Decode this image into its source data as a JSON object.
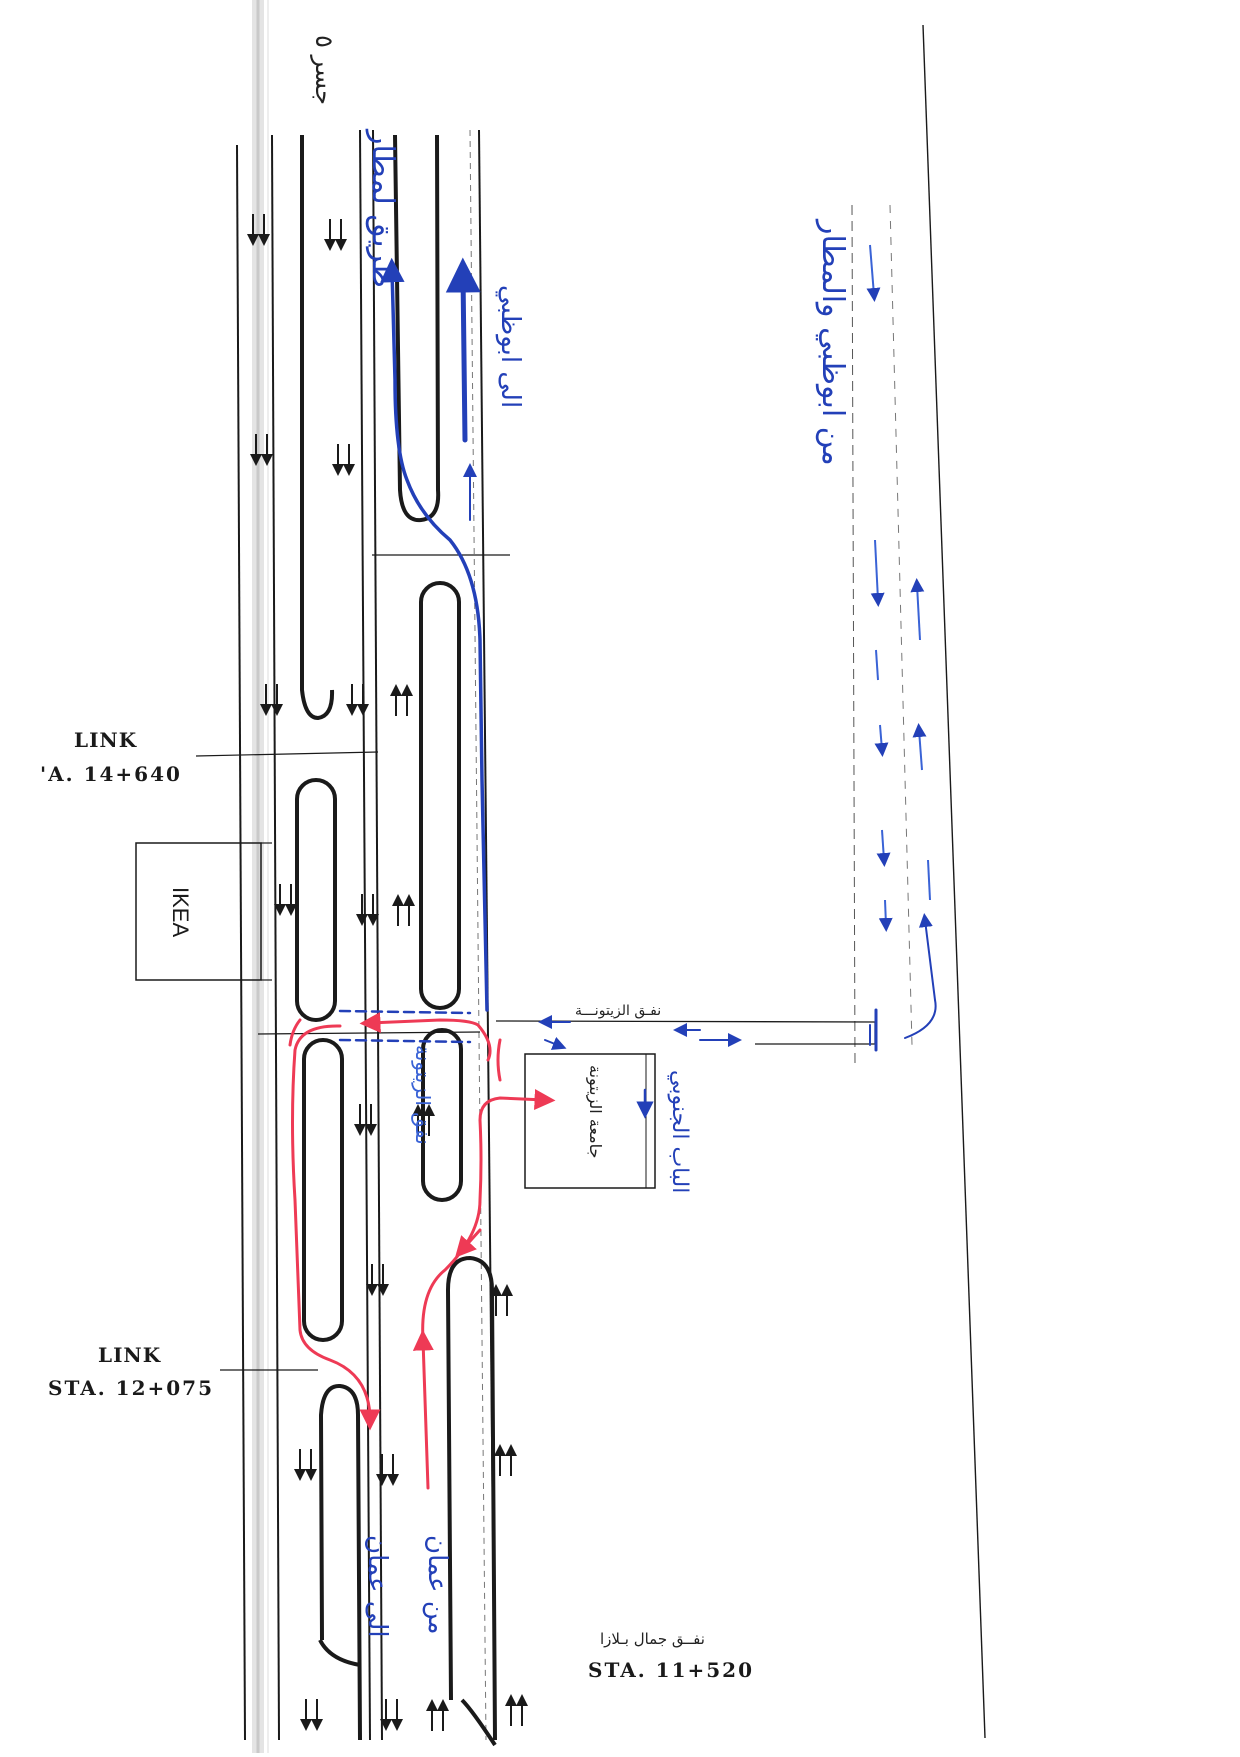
{
  "colors": {
    "road": "#1a1a1a",
    "blue_ink": "#2340b8",
    "light_blue_ink": "#3a63d6",
    "red_ink": "#ee3a55",
    "scan_shadow": "#c8c8c8"
  },
  "labels": {
    "top_bridge": "جسر ٥",
    "lane_left_top": "طريق لمطار",
    "lane_right_top": "الى ابوظبي",
    "right_vertical": "من ابوظبي والمطار",
    "zaytouna_tunnel_print": "نفـق الزيتونـــة",
    "zaytouna_tunnel_ink": "نفق الزيتونة",
    "university_box": "جامعة الزيتونة",
    "southern_gate": "الباب الجنوبي",
    "to_amman": "الى عمان",
    "from_amman": "من عمان",
    "plaza_tunnel": "نفــق جمال بـلازا",
    "ikea": "IKEA"
  },
  "stations": {
    "link1_title": "LINK",
    "link1_sta": "'A.  14+640",
    "link2_title": "LINK",
    "link2_sta": "STA.  12+075",
    "bottom_sta": "STA.  11+520"
  },
  "icons": {
    "lane_arrows": "lane-direction-arrow-icon",
    "route_arrow": "route-arrowhead-icon"
  }
}
